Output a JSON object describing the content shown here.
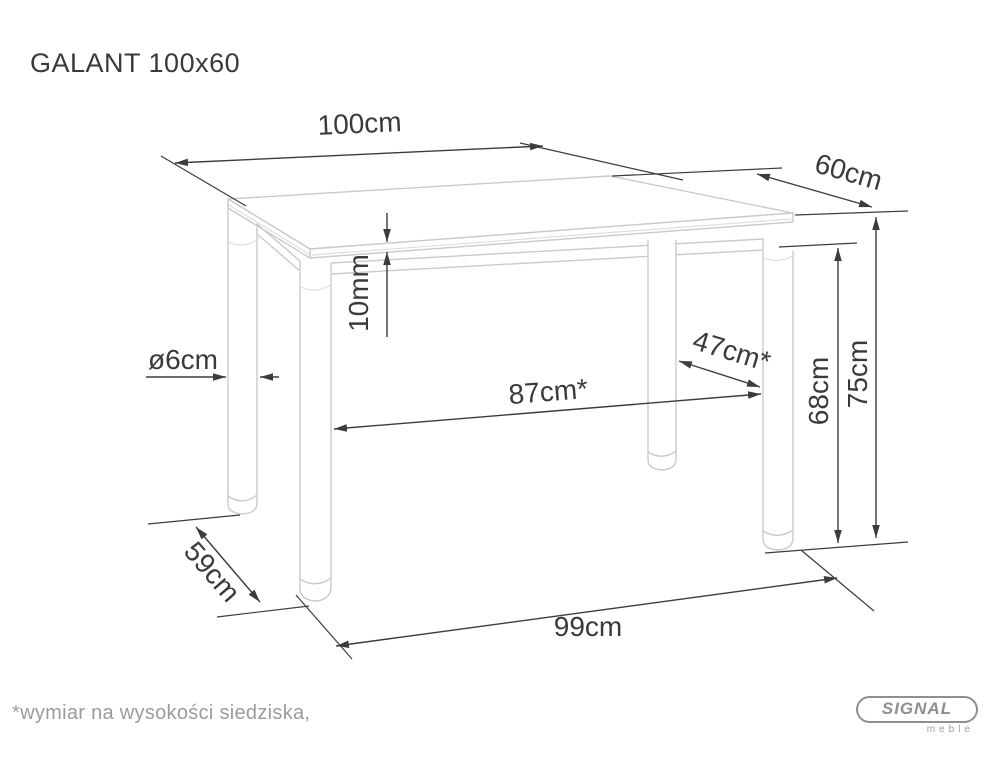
{
  "header": {
    "title": "GALANT 100x60"
  },
  "diagram": {
    "subject": "dining-table-dimension-drawing",
    "labels": {
      "top_length": "100cm",
      "top_depth": "60cm",
      "top_thickness": "10mm",
      "leg_diameter": "ø6cm",
      "inner_length": "87cm*",
      "inner_depth": "47cm*",
      "underframe_height": "68cm",
      "total_height": "75cm",
      "base_depth": "59cm",
      "base_length": "99cm"
    }
  },
  "footnote": {
    "text": "*wymiar na wysokości siedziska,"
  },
  "brand": {
    "logo": "SIGNAL",
    "tagline": "meble"
  },
  "colors": {
    "dimension": "#3c3c3c",
    "drawing": "#c7cbce",
    "footnote": "#9b9b9b",
    "brand": "#8d9091",
    "background": "#ffffff"
  }
}
